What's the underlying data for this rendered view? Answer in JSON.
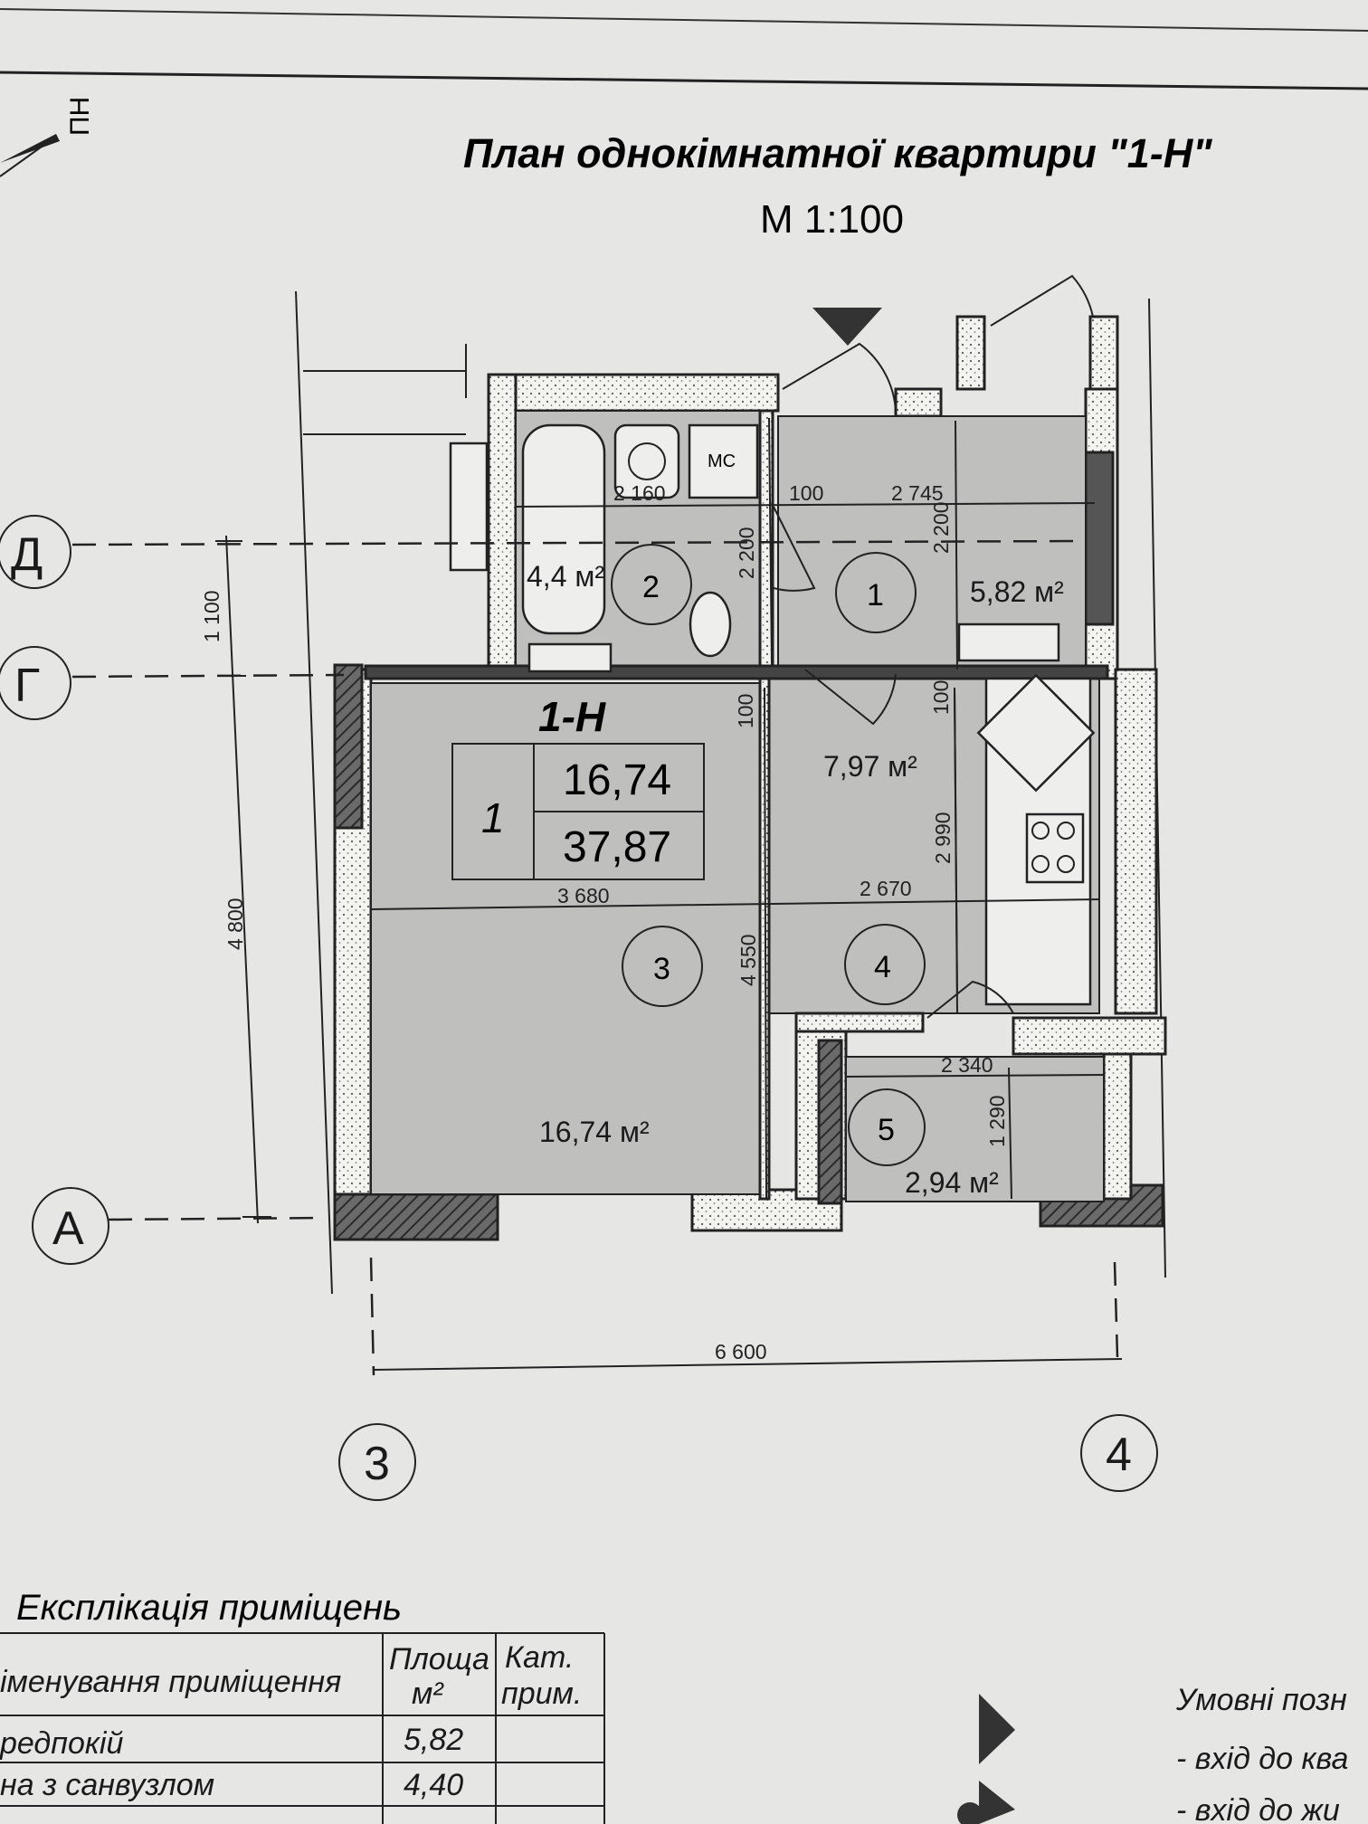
{
  "title": "План однокімнатної квартири \"1-Н\"",
  "scale": "М 1:100",
  "north_label": "ПН",
  "apartment": {
    "code": "1-Н",
    "rooms_count": "1",
    "living_area": "16,74",
    "total_area": "37,87"
  },
  "rooms": [
    {
      "num": "1",
      "area": "5,82 м²"
    },
    {
      "num": "2",
      "area": "4,4 м²"
    },
    {
      "num": "3",
      "area": "16,74 м²"
    },
    {
      "num": "4",
      "area": "7,97 м²"
    },
    {
      "num": "5",
      "area": "2,94 м²"
    }
  ],
  "fixtures": {
    "wc_label": "МС"
  },
  "dimensions": {
    "d2160": "2 160",
    "d100a": "100",
    "d2745": "2 745",
    "d2200a": "2 200",
    "d2200b": "2 200",
    "d1100": "1 100",
    "d100b": "100",
    "d100c": "100",
    "d2990": "2 990",
    "d3680": "3 680",
    "d2670": "2 670",
    "d4800": "4 800",
    "d4550": "4 550",
    "d2340": "2 340",
    "d1290": "1 290",
    "d6600": "6 600"
  },
  "axes": {
    "d": "Д",
    "g": "Г",
    "a": "А",
    "c3": "3",
    "c4": "4"
  },
  "explication": {
    "heading": "Експлікація приміщень",
    "col_name": "іменування приміщення",
    "col_area": "Площа",
    "col_area_unit": "м²",
    "col_cat_1": "Кат.",
    "col_cat_2": "прим.",
    "rows": [
      {
        "name": "редпокій",
        "area": "5,82"
      },
      {
        "name": "на з санвузлом",
        "area": "4,40"
      }
    ]
  },
  "legend": {
    "heading": "Умовні позн",
    "item1": "- вхід до ква",
    "item2": "- вхід до жи"
  },
  "colors": {
    "paper": "#e6e7e4",
    "room_fill": "#bfbfbd",
    "line": "#222222",
    "wall": "#f2f2ef"
  }
}
